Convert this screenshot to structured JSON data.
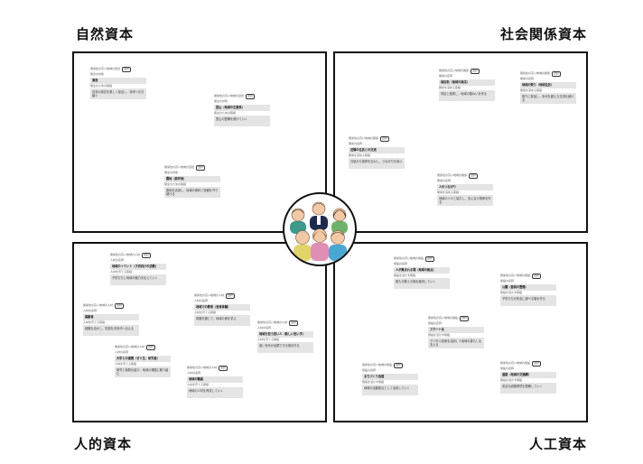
{
  "quadrants": {
    "natural": {
      "title": "自然資本",
      "cards": [
        {
          "meta": "関係性の高い地域の自然",
          "tag": "選択",
          "label": "保全の対象",
          "title": "清流",
          "desc_label": "保全のための取組",
          "desc": "清流の周辺を美しく保全し、将来へ引き継ぐ"
        },
        {
          "meta": "関係性の高い地域の自然",
          "tag": "選択",
          "label": "保全の対象",
          "title": "里山（地域の生態系）",
          "desc_label": "保全のための取組",
          "desc": "里山の整備を続けていく"
        },
        {
          "meta": "関係性の高い地域の自然",
          "tag": "選択",
          "label": "保全の対象",
          "title": "農地（耕作地）",
          "desc_label": "保全のための取組",
          "desc": "農地を活用し、地域の食料と景観を守り続ける"
        }
      ]
    },
    "social": {
      "title": "社会関係資本",
      "cards": [
        {
          "meta": "関係性の高い地域の関係",
          "tag": "選択",
          "label": "関係の名称",
          "title": "地域の祭り（地域住民）",
          "desc_label": "関係を深める取組",
          "desc": "祭りに参加し、世代を超えた交流を続ける"
        },
        {
          "meta": "関係性の高い地域の関係",
          "tag": "選択",
          "label": "関係の名称",
          "title": "商店街（地域の商店）",
          "desc_label": "関係を深める取組",
          "desc": "商店と連携し、地域の賑わいを作る"
        },
        {
          "meta": "関係性の高い地域の関係",
          "tag": "選択",
          "label": "関係の名称",
          "title": "近隣の住民との交流",
          "desc_label": "関係を深める取組",
          "desc": "日頃から挨拶を交わし、つながりを保つ"
        },
        {
          "meta": "関係性の高い地域の関係",
          "tag": "選択",
          "label": "関係の名称",
          "title": "人のつながり",
          "desc_label": "関係を深める取組",
          "desc": "地域の人々と協力し、支え合う関係を作る"
        }
      ]
    },
    "human": {
      "title": "人的資本",
      "cards": [
        {
          "meta": "関係性の高い地域の人材",
          "tag": "選択",
          "label": "人材の名称",
          "title": "地域のイベント（子供向けの活動）",
          "desc_label": "人材を育てる取組",
          "desc": "子供たちに地域の魅力を伝えていく"
        },
        {
          "meta": "関係性の高い地域の人材",
          "tag": "選択",
          "label": "人材の名称",
          "title": "高齢者",
          "desc_label": "人材を育てる取組",
          "desc": "経験を活かし、知恵を次世代へ伝える"
        },
        {
          "meta": "関係性の高い地域の人材",
          "tag": "選択",
          "label": "人材の名称",
          "title": "地域での教育（食育体験）",
          "desc_label": "人材を育てる取組",
          "desc": "体験を通じて、地域の食を学ぶ"
        },
        {
          "meta": "関係性の高い地域の人材",
          "tag": "選択",
          "label": "人材の名称",
          "title": "地域を担う若い人（新しい担い手）",
          "desc_label": "人材を育てる取組",
          "desc": "若い世代が活躍できる場を作る"
        },
        {
          "meta": "関係性の高い地域の人材",
          "tag": "選択",
          "label": "人材の名称",
          "title": "大学との連携（ゼミ生、研究者）",
          "desc_label": "人材を育てる取組",
          "desc": "研究と実践を結び、地域の課題に取り組む"
        },
        {
          "meta": "関係性の高い地域の人材",
          "tag": "選択",
          "label": "人材の名称",
          "title": "地域の職員",
          "desc_label": "人材を育てる取組",
          "desc": "地域の人材を育成していく"
        }
      ]
    },
    "artificial": {
      "title": "人工資本",
      "cards": [
        {
          "meta": "関係性の高い地域の施設",
          "tag": "選択",
          "label": "施設の名称",
          "title": "人が集まれる場（地域の拠点）",
          "desc_label": "施設を活かす取組",
          "desc": "誰もが集える場を維持していく"
        },
        {
          "meta": "関係性の高い地域の施設",
          "tag": "選択",
          "label": "施設の名称",
          "title": "公園（遊具の整備）",
          "desc_label": "施設を活かす取組",
          "desc": "子供たちが安全に遊べる場を作る"
        },
        {
          "meta": "関係性の高い地域の施設",
          "tag": "選択",
          "label": "施設の名称",
          "title": "スマート化",
          "desc_label": "施設を活かす取組",
          "desc": "デジタル技術を活用して地域の暮らしを支える"
        },
        {
          "meta": "関係性の高い地域の施設",
          "tag": "選択",
          "label": "施設の名称",
          "title": "まちづくり会館",
          "desc_label": "施設を活かす取組",
          "desc": "地域の活動拠点として活用していく"
        },
        {
          "meta": "関係性の高い地域の施設",
          "tag": "選択",
          "label": "施設の名称",
          "title": "道路（地域の交通網）",
          "desc_label": "施設を活かす取組",
          "desc": "安全な道路環境を整備していく"
        }
      ]
    }
  },
  "colors": {
    "border": "#111111",
    "card_fill": "#e4e4e4",
    "person_shirts": [
      "#3d9a8a",
      "#1f2b4d",
      "#6fb36a",
      "#e0d46a",
      "#e08fb4",
      "#4aa7d2"
    ]
  }
}
